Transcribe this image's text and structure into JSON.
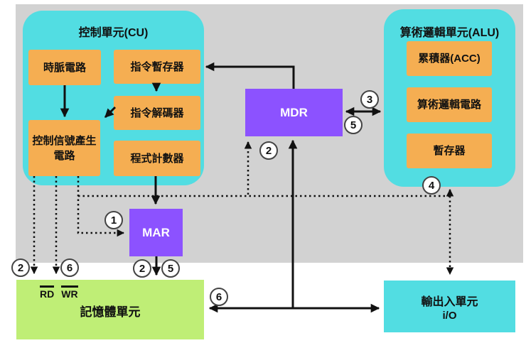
{
  "diagram": {
    "cu": {
      "title": "控制單元(CU)",
      "boxes": [
        "時脈電路",
        "指令暫存器",
        "指令解碼器",
        "控制信號產生電路",
        "程式計數器"
      ]
    },
    "alu": {
      "title": "算術邏輯單元(ALU)",
      "boxes": [
        "累積器(ACC)",
        "算術邏輯電路",
        "暫存器"
      ]
    },
    "registers": {
      "mdr": "MDR",
      "mar": "MAR"
    },
    "memory": {
      "label": "記憶體單元",
      "signals": [
        "RD",
        "WR"
      ]
    },
    "io": {
      "line1": "輸出入單元",
      "line2": "i/O"
    },
    "badges": [
      "1",
      "2",
      "3",
      "5",
      "4",
      "2",
      "6",
      "2",
      "5",
      "6"
    ],
    "colors": {
      "panel": "#d2d2d2",
      "unit_cyan": "#52dde2",
      "block_orange": "#f5ae52",
      "register_purple": "#8c52ff",
      "memory_green": "#bfee76",
      "line_black": "#111111"
    }
  }
}
